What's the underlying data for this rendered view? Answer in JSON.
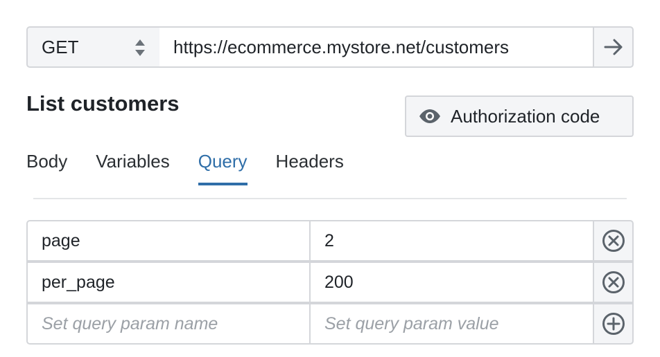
{
  "request": {
    "method": "GET",
    "url": "https://ecommerce.mystore.net/customers",
    "send_icon": "arrow-right-icon"
  },
  "title": "List customers",
  "auth": {
    "label": "Authorization code",
    "icon": "eye-icon"
  },
  "tabs": [
    {
      "label": "Body"
    },
    {
      "label": "Variables"
    },
    {
      "label": "Query",
      "active": true
    },
    {
      "label": "Headers"
    }
  ],
  "params": [
    {
      "name": "page",
      "value": "2",
      "action_icon": "remove-circle-icon"
    },
    {
      "name": "per_page",
      "value": "200",
      "action_icon": "remove-circle-icon"
    }
  ],
  "new_param": {
    "name_placeholder": "Set query param name",
    "value_placeholder": "Set query param value",
    "action_icon": "add-circle-icon"
  },
  "colors": {
    "accent": "#2f6ea8",
    "border": "#d4d6da",
    "icon": "#5b636b"
  }
}
